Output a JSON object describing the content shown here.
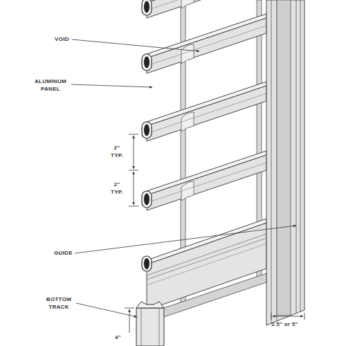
{
  "diagram": {
    "labels": [
      "VOID",
      "ALUMINUM PANEL",
      "2\" TYP.",
      "2\" TYP.",
      "GUIDE",
      "BOTTOM TRACK",
      "2.5\" or 5\"",
      "4\""
    ]
  }
}
